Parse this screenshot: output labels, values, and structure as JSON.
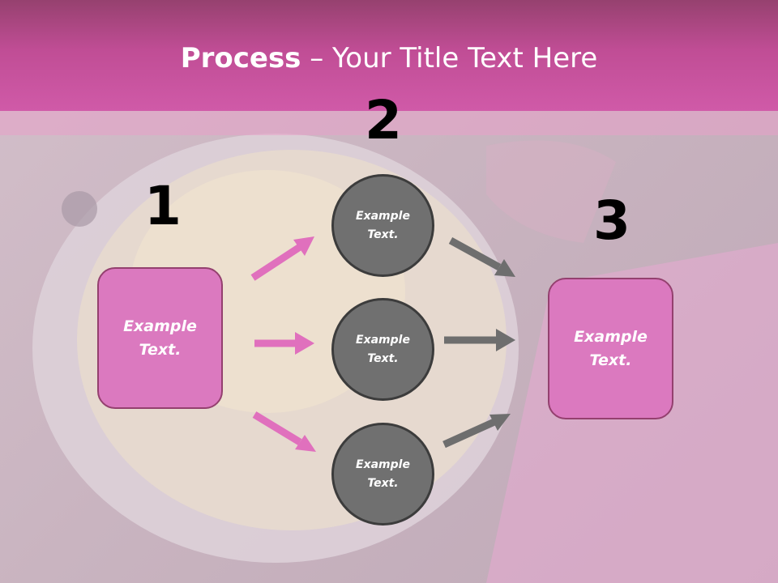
{
  "slide": {
    "title_bold": "Process",
    "title_rest": " – Your Title Text Here"
  },
  "steps": [
    {
      "number": "1",
      "text_line1": "Example",
      "text_line2": "Text."
    },
    {
      "number": "2",
      "items": [
        {
          "text_line1": "Example",
          "text_line2": "Text."
        },
        {
          "text_line1": "Example",
          "text_line2": "Text."
        },
        {
          "text_line1": "Example",
          "text_line2": "Text."
        }
      ]
    },
    {
      "number": "3",
      "text_line1": "Example",
      "text_line2": "Text."
    }
  ],
  "colors": {
    "header": "#c04d95",
    "box_fill": "#db79bf",
    "box_border": "#94406f",
    "circle_fill": "#707070",
    "pink_arrow": "#e070bd",
    "gray_arrow": "#6e6e6e"
  }
}
